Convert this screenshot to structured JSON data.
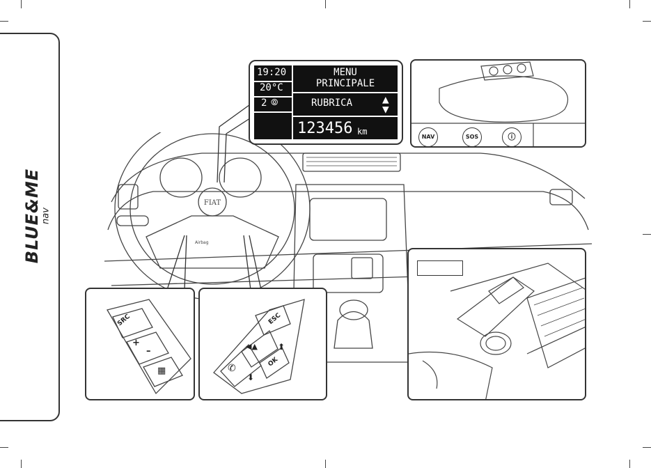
{
  "brand": {
    "main": "BLUE&ME",
    "sub": "nav"
  },
  "display": {
    "time": "19:20",
    "temperature": "20°C",
    "gear": "2",
    "menu_line1": "MENU",
    "menu_line2": "PRINCIPALE",
    "menu_item": "RUBRICA",
    "odometer": "123456",
    "odometer_unit": "km"
  },
  "mirror": {
    "buttons": [
      "NAV",
      "SOS"
    ]
  },
  "left_controls": {
    "buttons": [
      "SRC",
      "+",
      "–"
    ]
  },
  "right_controls": {
    "buttons": [
      "ESC",
      "OK"
    ]
  },
  "steering": {
    "logo": "FIAT",
    "airbag_label": "Airbag"
  }
}
